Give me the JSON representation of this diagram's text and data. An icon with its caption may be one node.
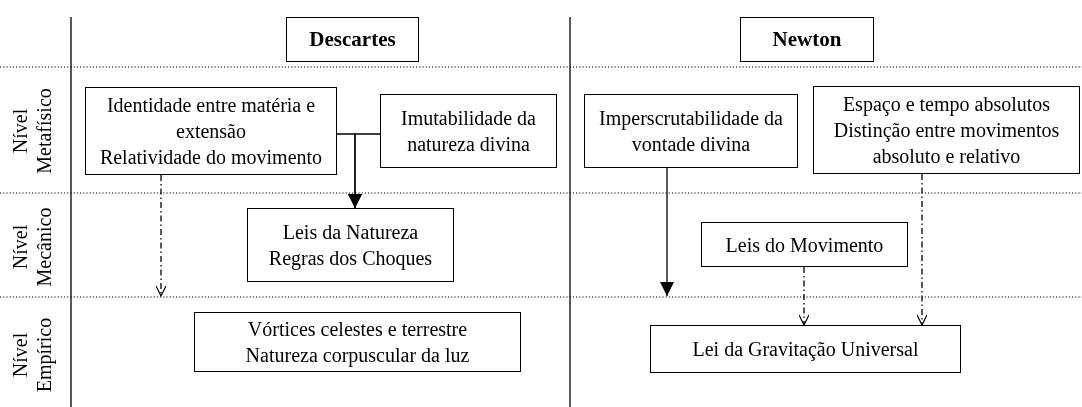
{
  "diagram": {
    "nodes": [
      {
        "text": [
          "Descartes"
        ]
      },
      {
        "text": [
          "Newton"
        ]
      },
      {
        "text": [
          "Identidade entre matéria e extensão",
          "Relatividade do movimento"
        ]
      },
      {
        "text": [
          "Imutabilidade da natureza divina"
        ]
      },
      {
        "text": [
          "Imperscrutabilidade da vontade divina"
        ]
      },
      {
        "text": [
          "Espaço e tempo absolutos",
          "Distinção entre movimentos absoluto e relativo"
        ]
      },
      {
        "text": [
          "Leis da Natureza",
          "Regras dos Choques"
        ]
      },
      {
        "text": [
          "Leis do Movimento"
        ]
      },
      {
        "text": [
          "Vórtices celestes e terrestre",
          "Natureza corpuscular da luz"
        ]
      },
      {
        "text": [
          "Lei da Gravitação Universal"
        ]
      }
    ],
    "edges": [
      {
        "from": 2,
        "to": 6,
        "arrow": "to"
      },
      {
        "from": 3,
        "to": 6,
        "arrow": "to"
      },
      {
        "from": 2,
        "to": null,
        "arrow": "to",
        "style": "dashed"
      },
      {
        "from": 4,
        "to": null,
        "arrow": "to"
      },
      {
        "from": 7,
        "to": 9,
        "arrow": "to",
        "style": "dashed"
      },
      {
        "from": 5,
        "to": 9,
        "arrow": "to",
        "style": "dashed"
      }
    ],
    "labels": [
      "Nível Metafísico",
      "Nível Mecânico",
      "Nível Empírico"
    ]
  }
}
